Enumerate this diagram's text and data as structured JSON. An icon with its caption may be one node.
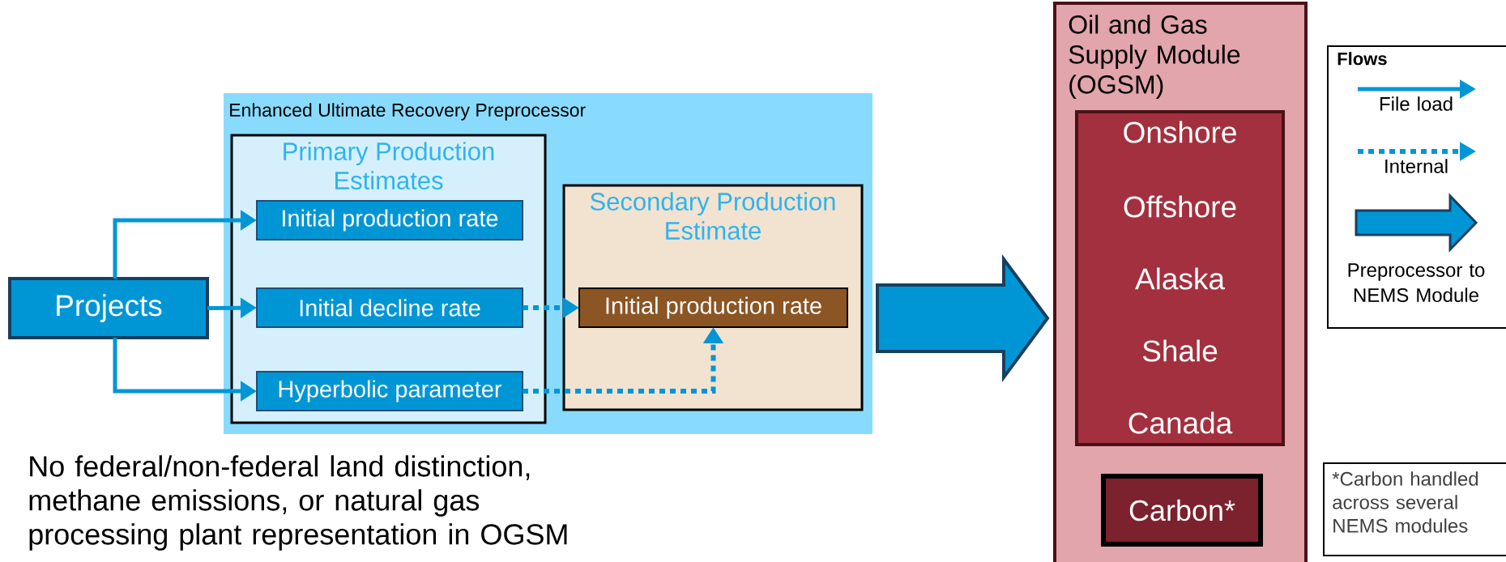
{
  "diagram": {
    "nodes": [
      {
        "text": [
          "Projects"
        ]
      },
      {
        "text": [
          "Enhanced Ultimate Recovery Preprocessor"
        ]
      },
      {
        "text": [
          "Primary Production Estimates"
        ],
        "in": 1
      },
      {
        "text": [
          "Initial production rate"
        ],
        "in": 2
      },
      {
        "text": [
          "Initial decline rate"
        ],
        "in": 2
      },
      {
        "text": [
          "Hyperbolic parameter"
        ],
        "in": 2
      },
      {
        "text": [
          "Secondary Production Estimate"
        ],
        "in": 1
      },
      {
        "text": [
          "Initial production rate"
        ],
        "in": 6
      },
      {
        "text": [
          "Oil and Gas Supply Module (OGSM)"
        ]
      },
      {
        "text": [
          "Onshore",
          "Offshore",
          "Alaska",
          "Shale",
          "Canada"
        ],
        "in": 8
      },
      {
        "text": [
          "Carbon*"
        ],
        "in": 8
      },
      {
        "text": [
          "*Carbon handled across several NEMS modules"
        ]
      }
    ],
    "edges": [
      {
        "from": 0,
        "to": 3,
        "arrow": "to"
      },
      {
        "from": 0,
        "to": 4,
        "arrow": "to"
      },
      {
        "from": 0,
        "to": 5,
        "arrow": "to"
      },
      {
        "from": 4,
        "to": 7,
        "arrow": "to",
        "style": "dashed"
      },
      {
        "from": 5,
        "to": 7,
        "arrow": "to",
        "style": "dashed"
      },
      {
        "from": 1,
        "to": 8,
        "arrow": "to",
        "style": "thick"
      }
    ],
    "labels": [
      "Flows",
      "No federal/non-federal land distinction, methane emissions, or natural gas processing plant representation in OGSM"
    ],
    "legend": [
      {
        "text": "File load"
      },
      {
        "text": "Internal"
      },
      {
        "text": "Preprocessor to NEMS Module"
      }
    ]
  }
}
